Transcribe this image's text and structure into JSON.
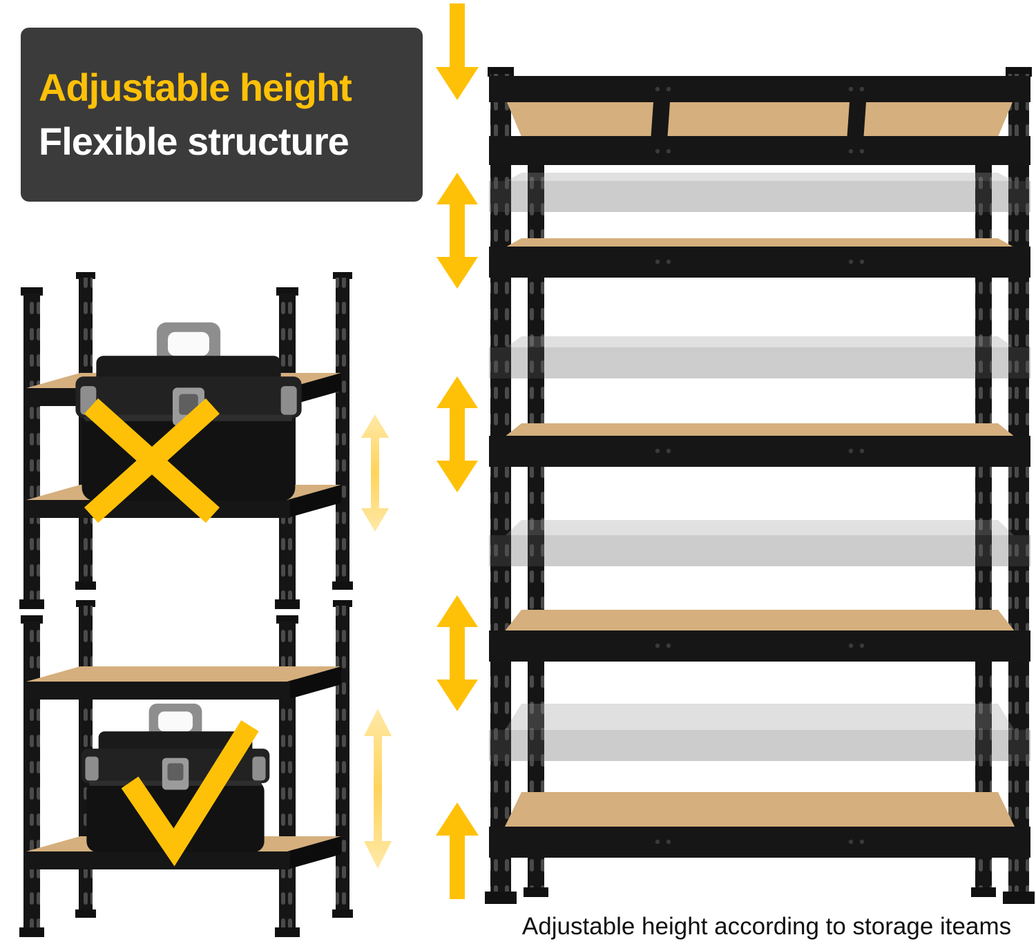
{
  "banner": {
    "line1": "Adjustable height",
    "line2": "Flexible structure"
  },
  "caption": "Adjustable height according to storage iteams",
  "colors": {
    "page_background": "#FFFFFF",
    "banner_background": "#3B3B3B",
    "banner_line1_text": "#FFC107",
    "banner_line2_text": "#FFFFFF",
    "accent_yellow": "#FFC107",
    "pale_yellow": "#FFD45C",
    "shelf_wood": "#D5AF7D",
    "frame_black": "#161616",
    "caption_text": "#101010"
  },
  "icons": {
    "top_arrow": "arrow-down-icon",
    "bottom_arrow": "arrow-up-icon",
    "middle_arrows": "arrow-vertical-double-icon",
    "small_adjust_arrows": "arrow-vertical-double-pale-icon",
    "wrong_mark": "cross-mark-icon",
    "right_mark": "check-mark-icon"
  }
}
